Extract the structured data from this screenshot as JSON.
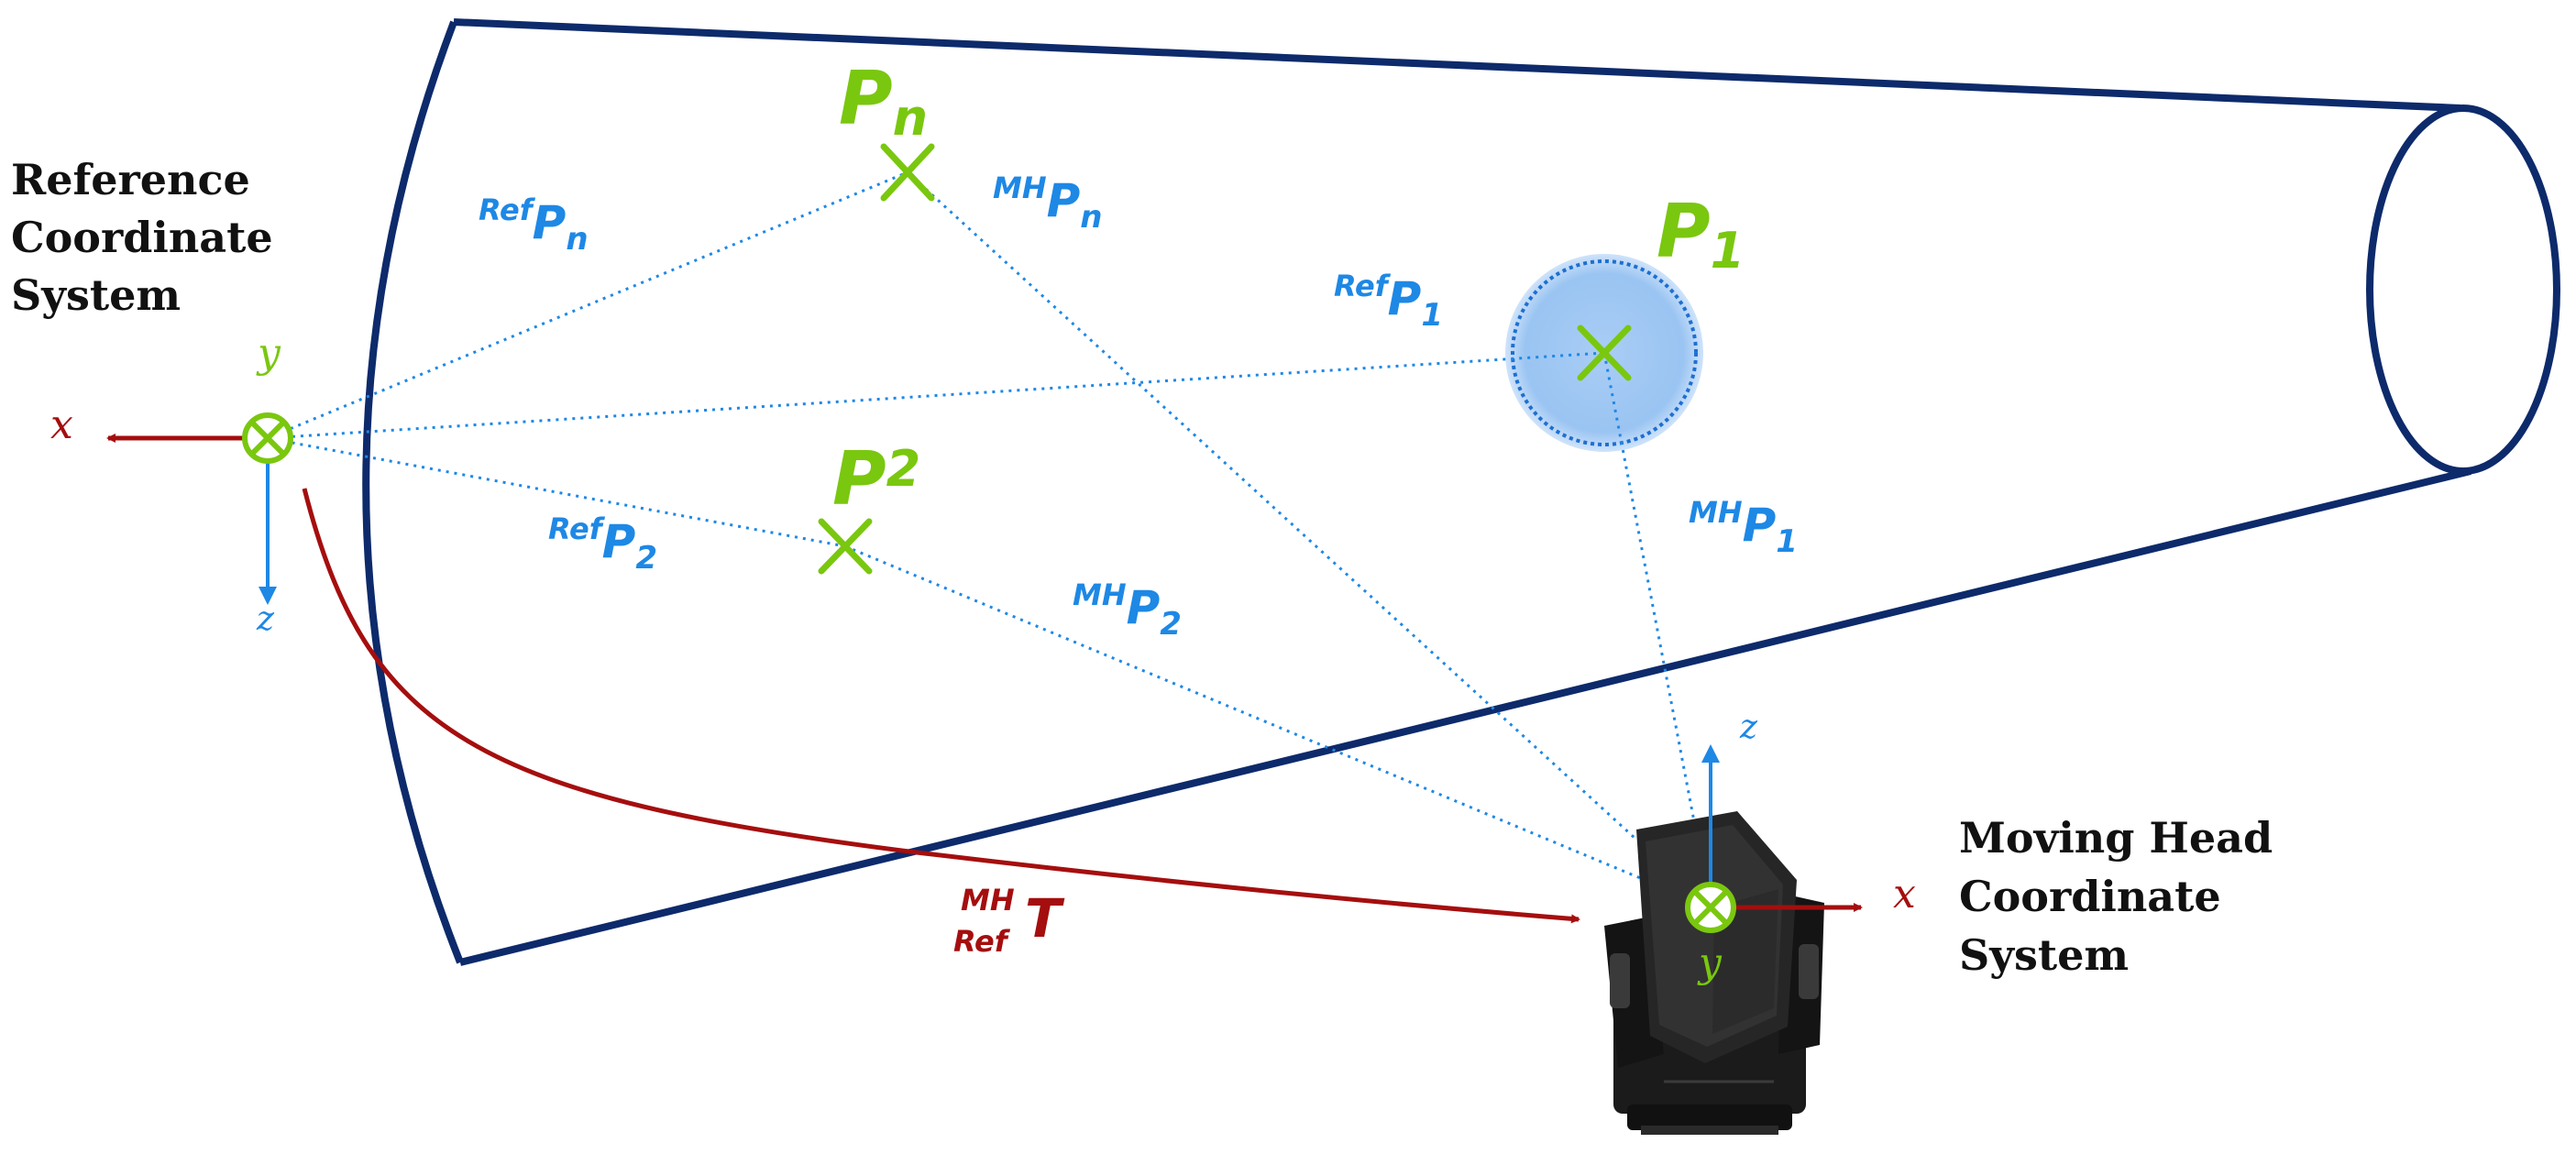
{
  "colors": {
    "frustum": "#0d2a6b",
    "vector": "#1e88e5",
    "point": "#7ac70f",
    "transform": "#a50e0e",
    "text": "#111111",
    "highlight": "#8fbdf0"
  },
  "reference_system": {
    "label_lines": [
      "Reference",
      "Coordinate",
      "System"
    ],
    "axis_x": "x",
    "axis_y": "y",
    "axis_z": "z"
  },
  "moving_head_system": {
    "label_lines": [
      "Moving Head",
      "Coordinate",
      "System"
    ],
    "axis_x": "x",
    "axis_y": "y",
    "axis_z": "z"
  },
  "points": {
    "p_n": {
      "base": "P",
      "sub": "n"
    },
    "p_1": {
      "base": "P",
      "sub": "1"
    },
    "p_2": {
      "base": "P",
      "sub": "2"
    }
  },
  "vectors": {
    "ref_pn": {
      "sup": "Ref",
      "base": "P",
      "sub": "n"
    },
    "mh_pn": {
      "sup": "MH",
      "base": "P",
      "sub": "n"
    },
    "ref_p1": {
      "sup": "Ref",
      "base": "P",
      "sub": "1"
    },
    "mh_p1": {
      "sup": "MH",
      "base": "P",
      "sub": "1"
    },
    "ref_p2": {
      "sup": "Ref",
      "base": "P",
      "sub": "2"
    },
    "mh_p2": {
      "sup": "MH",
      "base": "P",
      "sub": "2"
    }
  },
  "transform": {
    "sup": "MH",
    "sub": "Ref",
    "base": "T"
  },
  "icons": {
    "moving_head": "moving-head-light-fixture-icon"
  }
}
